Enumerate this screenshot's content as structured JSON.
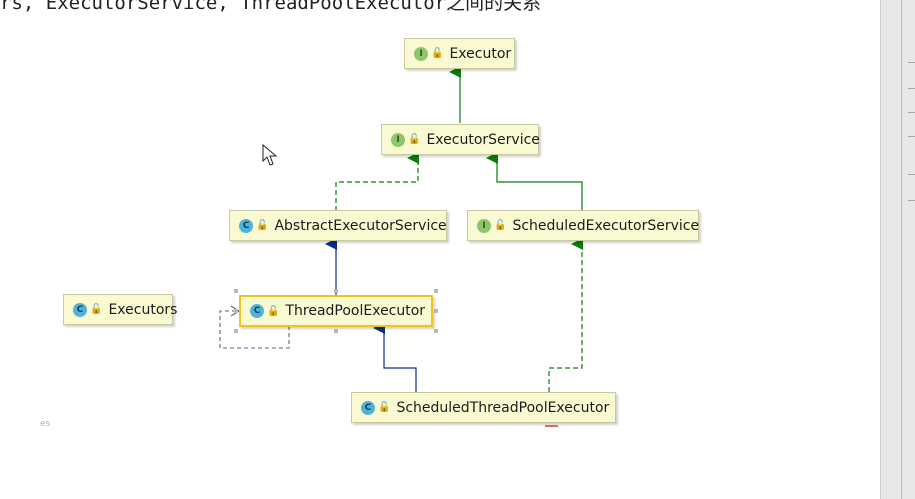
{
  "top_text": "rs, ExecutorService, ThreadPoolExecutor之间的关系",
  "faint_text": "es",
  "nodes": {
    "executor": {
      "label": "Executor",
      "kind": "interface",
      "badge": "I"
    },
    "executor_service": {
      "label": "ExecutorService",
      "kind": "interface",
      "badge": "I"
    },
    "abstract_executor_service": {
      "label": "AbstractExecutorService",
      "kind": "class",
      "badge": "C"
    },
    "scheduled_executor_service": {
      "label": "ScheduledExecutorService",
      "kind": "interface",
      "badge": "I"
    },
    "executors": {
      "label": "Executors",
      "kind": "class",
      "badge": "C"
    },
    "thread_pool_executor": {
      "label": "ThreadPoolExecutor",
      "kind": "class",
      "badge": "C",
      "selected": true
    },
    "scheduled_thread_pool_executor": {
      "label": "ScheduledThreadPoolExecutor",
      "kind": "class",
      "badge": "C"
    }
  },
  "relations": [
    {
      "from": "executor_service",
      "to": "executor",
      "type": "extends-interface",
      "color": "#0a7d0a"
    },
    {
      "from": "abstract_executor_service",
      "to": "executor_service",
      "type": "implements",
      "color": "#0a7d0a"
    },
    {
      "from": "scheduled_executor_service",
      "to": "executor_service",
      "type": "extends-interface",
      "color": "#0a7d0a"
    },
    {
      "from": "thread_pool_executor",
      "to": "abstract_executor_service",
      "type": "extends",
      "color": "#0b2a8c"
    },
    {
      "from": "scheduled_thread_pool_executor",
      "to": "thread_pool_executor",
      "type": "extends",
      "color": "#0b2a8c"
    },
    {
      "from": "scheduled_thread_pool_executor",
      "to": "scheduled_executor_service",
      "type": "implements",
      "color": "#0a7d0a"
    },
    {
      "from": "thread_pool_executor",
      "to": "thread_pool_executor",
      "type": "dependency-self",
      "color": "#666666"
    }
  ],
  "icons": {
    "lock_glyph": "🔓",
    "cursor": "mouse-pointer-icon"
  }
}
